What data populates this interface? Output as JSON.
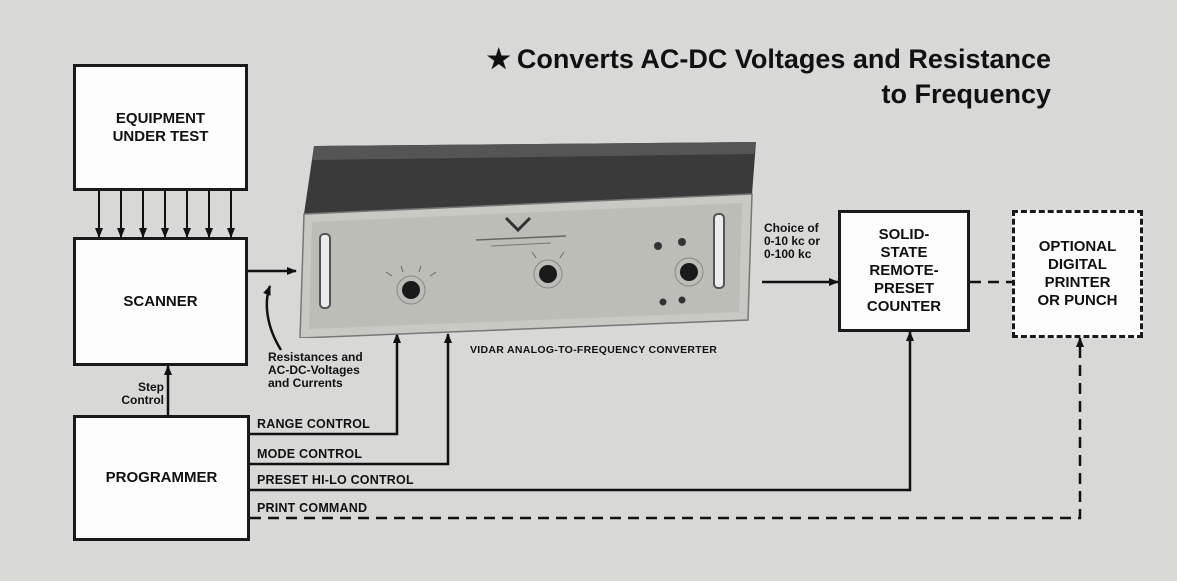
{
  "headline": {
    "star_icon": "star-icon",
    "line1": "Converts AC-DC Voltages and Resistance",
    "line2": "to Frequency"
  },
  "blocks": {
    "equipment": "EQUIPMENT\nUNDER TEST",
    "scanner": "SCANNER",
    "programmer": "PROGRAMMER",
    "counter": "SOLID-\nSTATE\nREMOTE-\nPRESET\nCOUNTER",
    "printer": "OPTIONAL\nDIGITAL\nPRINTER\nOR PUNCH"
  },
  "signals": {
    "step_control": "Step\nControl",
    "inputs": "Resistances and\nAC-DC-Voltages\nand Currents",
    "output": "Choice of\n0-10 kc or\n0-100 kc"
  },
  "controls": {
    "range": "RANGE CONTROL",
    "mode": "MODE CONTROL",
    "preset": "PRESET HI-LO CONTROL",
    "print": "PRINT COMMAND"
  },
  "device": {
    "caption": "VIDAR ANALOG-TO-FREQUENCY CONVERTER",
    "brand": "VIDAR"
  }
}
